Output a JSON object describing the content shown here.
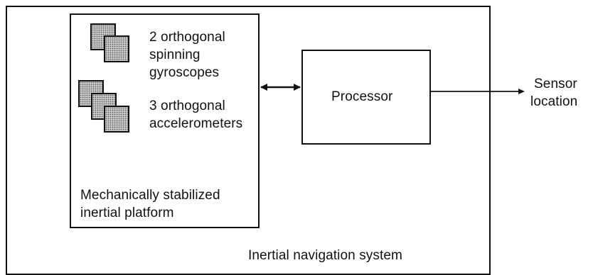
{
  "diagram": {
    "system_label": "Inertial navigation system",
    "platform": {
      "label_line1": "Mechanically stabilized",
      "label_line2": "inertial platform",
      "gyros": {
        "line1": "2 orthogonal",
        "line2": "spinning",
        "line3": "gyroscopes",
        "count": 2
      },
      "accels": {
        "line1": "3 orthogonal",
        "line2": "accelerometers",
        "count": 3
      }
    },
    "processor_label": "Processor",
    "output": {
      "line1": "Sensor",
      "line2": "location"
    }
  }
}
